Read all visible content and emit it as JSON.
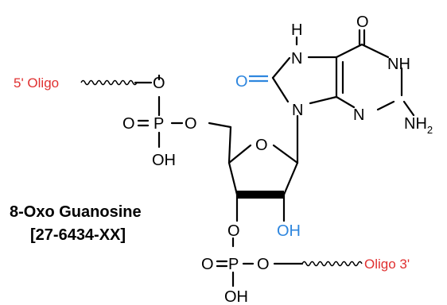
{
  "diagram": {
    "compound_name": "8-Oxo Guanosine",
    "catalog_number": "[27-6434-XX]",
    "five_prime_label": "5' Oligo",
    "three_prime_label": "Oligo 3'",
    "colors": {
      "bond": "#000000",
      "highlight": "#2e86de",
      "oligo_label": "#e03030"
    },
    "atoms": {
      "h_top": "H",
      "o_carbonyl": "O",
      "nh_ring": "NH",
      "n7": "N",
      "o8_highlight": "O",
      "n9": "N",
      "n3": "N",
      "nh2_n": "NH",
      "nh2_sub": "2",
      "o_5p": "O",
      "o_phos1_double": "O",
      "p1": "P",
      "o_phos1_right": "O",
      "oh_phos1": "OH",
      "o_ring": "O",
      "o_3p": "O",
      "oh_2p": "OH",
      "o_phos2_double": "O",
      "p2": "P",
      "o_phos2_right": "O",
      "oh_phos2": "OH"
    }
  }
}
